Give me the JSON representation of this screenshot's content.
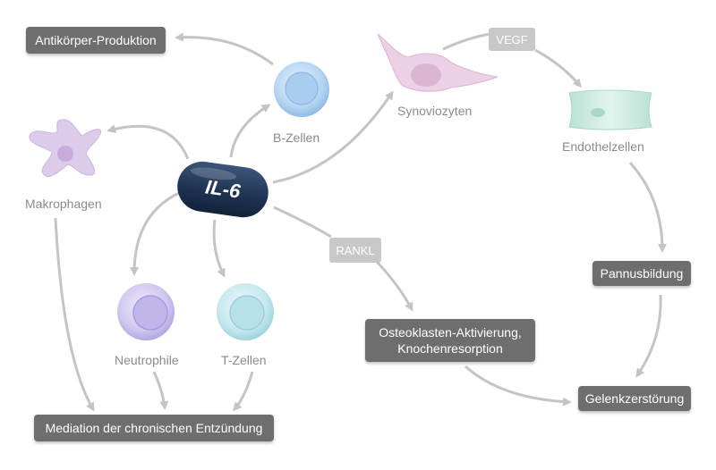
{
  "center": "IL-6",
  "cells": {
    "b_cells": "B-Zellen",
    "macrophages": "Makrophagen",
    "synoviocytes": "Synoviozyten",
    "endothelial": "Endothelzellen",
    "neutrophils": "Neutrophile",
    "t_cells": "T-Zellen"
  },
  "outcomes": {
    "antibody": "Antikörper-Produktion",
    "pannus": "Pannusbildung",
    "osteoclast_line1": "Osteoklasten-Aktivierung,",
    "osteoclast_line2": "Knochenresorption",
    "joint": "Gelenkzerstörung",
    "mediation": "Mediation der chronischen Entzündung"
  },
  "tags": {
    "vegf": "VEGF",
    "rankl": "RANKL"
  },
  "colors": {
    "box": "#6e6e6e",
    "tag": "#c8c8c8",
    "arrow": "#c4c4c4",
    "il6": "#1e3350",
    "b_cell": "#9fc6ec",
    "macrophage": "#d9c6e6",
    "synoviocyte": "#e8c6de",
    "endothelial": "#c7e8dc",
    "neutrophil": "#c9c0ea",
    "t_cell": "#bfe4ec"
  }
}
